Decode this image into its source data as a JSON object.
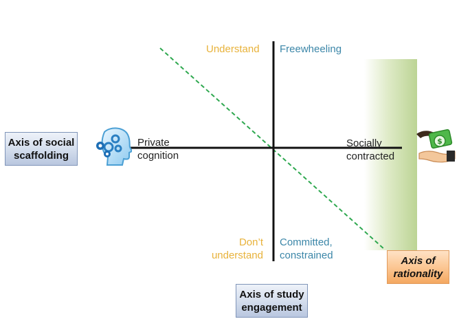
{
  "quadrants": {
    "top_left": "Understand",
    "top_right": "Freewheeling",
    "bottom_left_line1": "Don’t",
    "bottom_left_line2": "understand",
    "bottom_right_line1": "Committed,",
    "bottom_right_line2": "constrained"
  },
  "horizontal_axis": {
    "left_line1": "Private",
    "left_line2": "cognition",
    "right_line1": "Socially",
    "right_line2": "contracted"
  },
  "boxes": {
    "social_line1": "Axis of social",
    "social_line2": "scaffolding",
    "study_line1": "Axis of study",
    "study_line2": "engagement",
    "rationality_line1": "Axis of",
    "rationality_line2": "rationality"
  },
  "icons": {
    "left": "head-gears-icon",
    "right": "hand-money-icon"
  },
  "colors": {
    "yellow_text": "#e8b23a",
    "teal_text": "#3b86a8",
    "dashed_line": "#2ea84f",
    "green_band": "#bcd494",
    "blue_box": "#c8d3e8",
    "orange_box": "#f8b77a"
  }
}
